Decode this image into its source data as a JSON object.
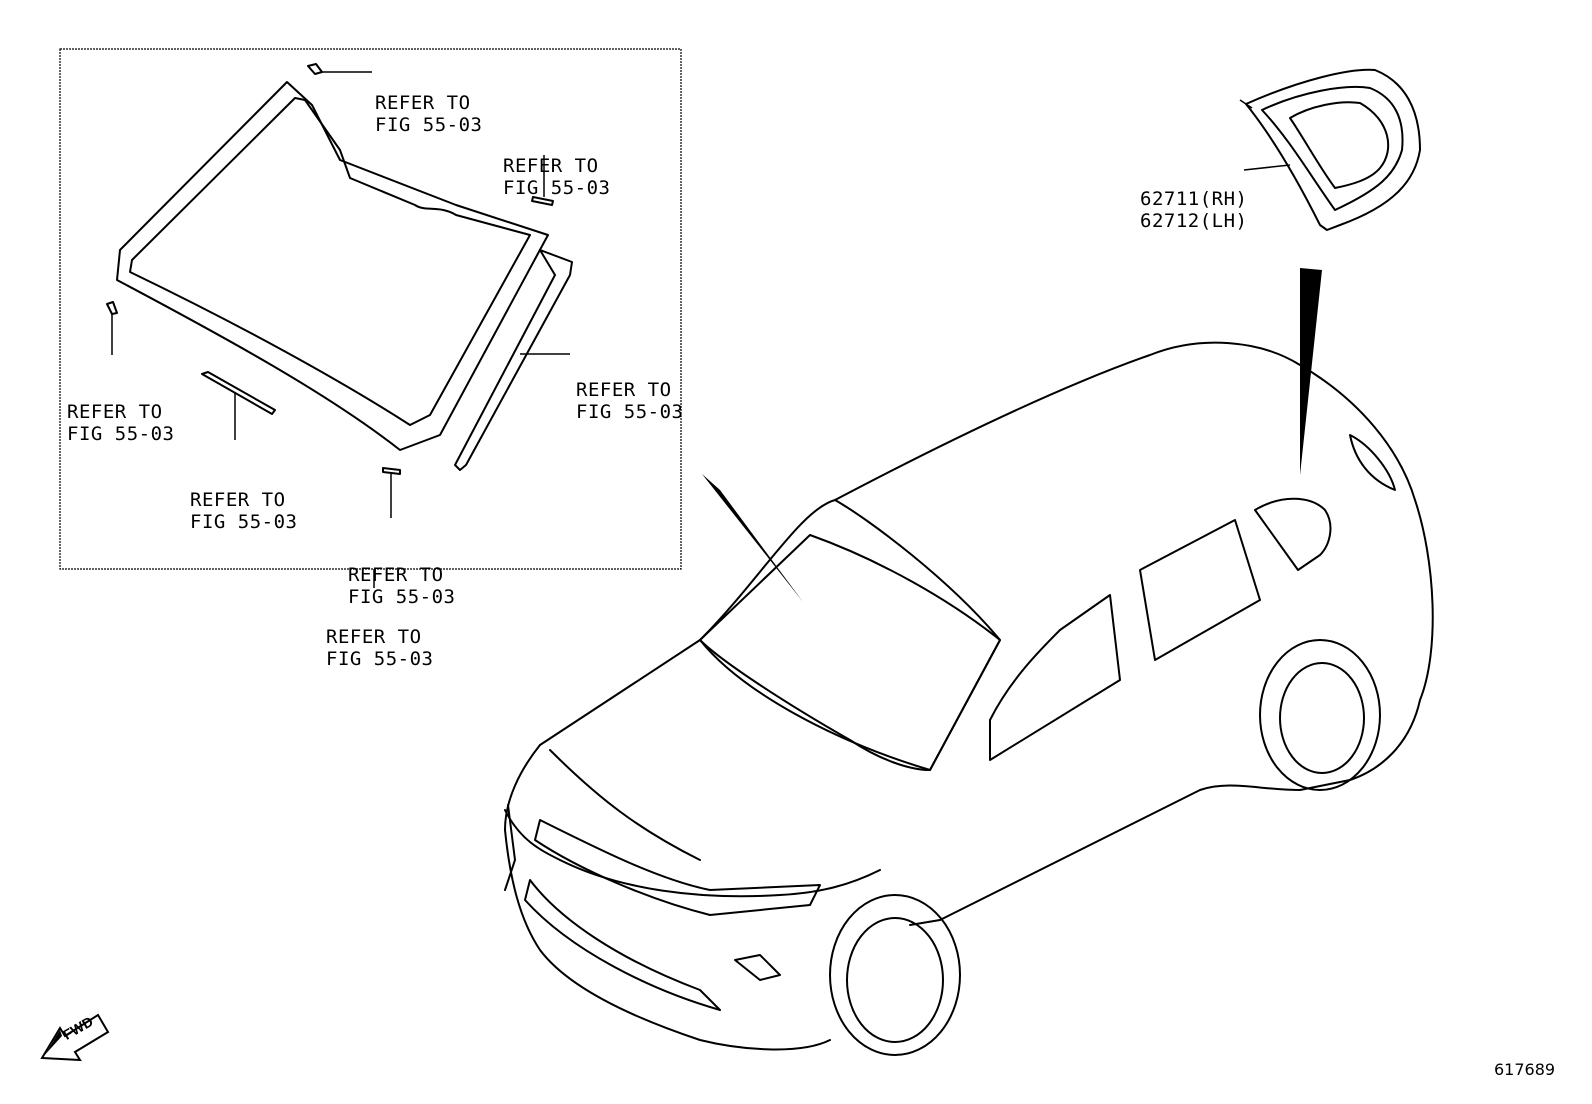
{
  "callouts": {
    "top_center": {
      "line1": "REFER TO",
      "line2": "FIG 55-03"
    },
    "top_right": {
      "line1": "REFER TO",
      "line2": "FIG 55-03"
    },
    "right_side": {
      "line1": "REFER TO",
      "line2": "FIG 55-03"
    },
    "left_side": {
      "line1": "REFER TO",
      "line2": "FIG 55-03"
    },
    "bottom_left": {
      "line1": "REFER TO",
      "line2": "FIG 55-03"
    },
    "bottom_center": {
      "line1": "REFER TO",
      "line2": "FIG 55-03"
    },
    "below_box": {
      "line1": "REFER TO",
      "line2": "FIG 55-03"
    }
  },
  "parts": {
    "quarter_glass_rh": "62711(RH)",
    "quarter_glass_lh": "62712(LH)"
  },
  "direction_badge": "FWD",
  "illustration_id": "617689"
}
